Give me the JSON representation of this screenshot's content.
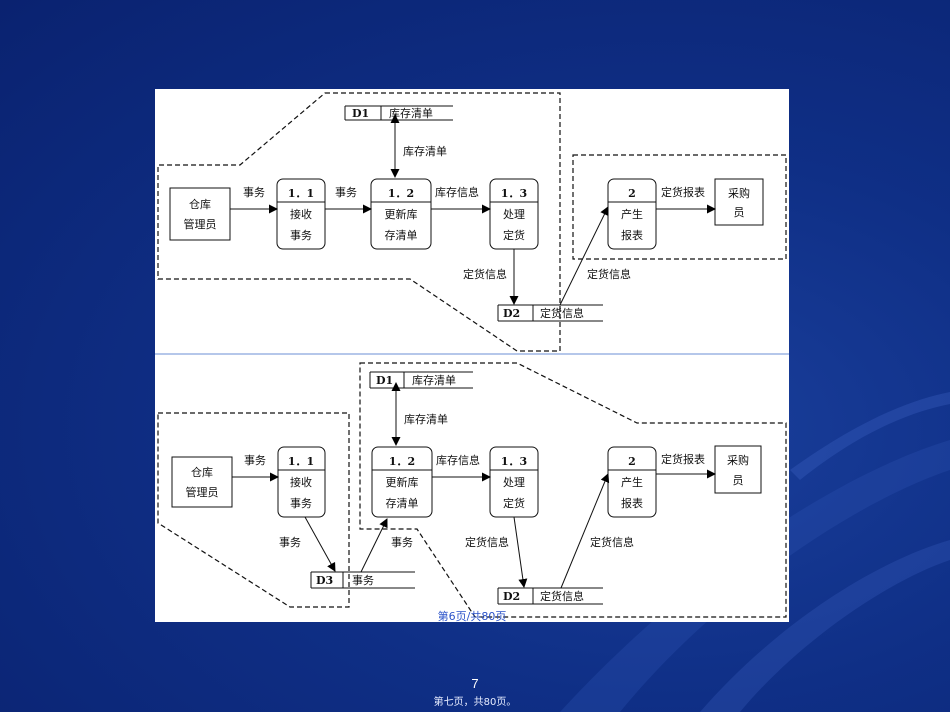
{
  "slide": {
    "page_number": "7",
    "footer": "第七页，共80页。",
    "inner_page_label": "第6页/共80页",
    "colors": {
      "background": "#0f2f86",
      "panel": "#ffffff",
      "divider": "#6b8fd6",
      "inner_label": "#2a52c9"
    }
  },
  "top": {
    "datastores": [
      {
        "id": "D1",
        "name": "库存清单"
      },
      {
        "id": "D2",
        "name": "定货信息"
      }
    ],
    "external": {
      "line1": "仓库",
      "line2": "管理员"
    },
    "external2": {
      "line1": "采购",
      "line2": "员"
    },
    "processes": [
      {
        "num": "1．1",
        "line1": "接收",
        "line2": "事务"
      },
      {
        "num": "1．2",
        "line1": "更新库",
        "line2": "存清单"
      },
      {
        "num": "1．3",
        "line1": "处理",
        "line2": "定货"
      },
      {
        "num": "2",
        "line1": "产生",
        "line2": "报表"
      }
    ],
    "flows": {
      "ext_to_p11": "事务",
      "p11_to_p12": "事务",
      "d1_to_p12": "库存清单",
      "p12_to_p13": "库存信息",
      "p13_to_d2": "定货信息",
      "d2_to_p2": "定货信息",
      "p2_to_ext": "定货报表"
    }
  },
  "bottom": {
    "datastores": [
      {
        "id": "D1",
        "name": "库存清单"
      },
      {
        "id": "D2",
        "name": "定货信息"
      },
      {
        "id": "D3",
        "name": "事务"
      }
    ],
    "external": {
      "line1": "仓库",
      "line2": "管理员"
    },
    "external2": {
      "line1": "采购",
      "line2": "员"
    },
    "processes": [
      {
        "num": "1．1",
        "line1": "接收",
        "line2": "事务"
      },
      {
        "num": "1．2",
        "line1": "更新库",
        "line2": "存清单"
      },
      {
        "num": "1．3",
        "line1": "处理",
        "line2": "定货"
      },
      {
        "num": "2",
        "line1": "产生",
        "line2": "报表"
      }
    ],
    "flows": {
      "ext_to_p11": "事务",
      "p11_to_d3": "事务",
      "d3_to_p12": "事务",
      "d1_to_p12": "库存清单",
      "p12_to_p13": "库存信息",
      "p13_to_d2": "定货信息",
      "d2_to_p2": "定货信息",
      "p2_to_ext": "定货报表"
    }
  }
}
